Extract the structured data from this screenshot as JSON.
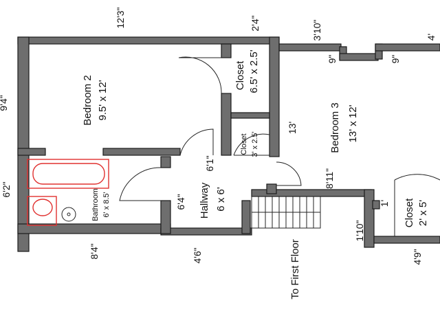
{
  "rooms": {
    "bedroom2": {
      "name": "Bedroom 2",
      "size": "9.5' x 12'"
    },
    "bedroom3": {
      "name": "Bedroom 3",
      "size": "13' x 12'"
    },
    "closet_main": {
      "name": "Closet",
      "size": "6.5' x 2.5'"
    },
    "closet_small": {
      "name": "Closet",
      "size": "3' x 2.5'"
    },
    "closet_right": {
      "name": "Closet",
      "size": "2' x 5'"
    },
    "hallway": {
      "name": "Hallway",
      "size": "6 x 6'"
    },
    "bathroom": {
      "name": "Bathroom",
      "size": "6' x 8.5'"
    }
  },
  "stairs_label": "To First Floor",
  "dimensions": {
    "top_width": "12'3\"",
    "closet_top": "2'4\"",
    "right_top_a": "3'10\"",
    "right_top_b": "4'",
    "notch_a": "9\"",
    "notch_b": "9\"",
    "left_upper": "9'4\"",
    "left_lower": "6'2\"",
    "closet_side": "13'",
    "hall_door": "6'1\"",
    "hall_left": "6'4\"",
    "stair_side": "8'11\"",
    "right_small": "1'",
    "right_bottom": "1'10\"",
    "right_closet": "4'9\"",
    "bath_bottom": "8'4\"",
    "hall_bottom": "4'6\""
  },
  "colors": {
    "wall": "#6e6e6e",
    "fixture": "#e0302f"
  }
}
